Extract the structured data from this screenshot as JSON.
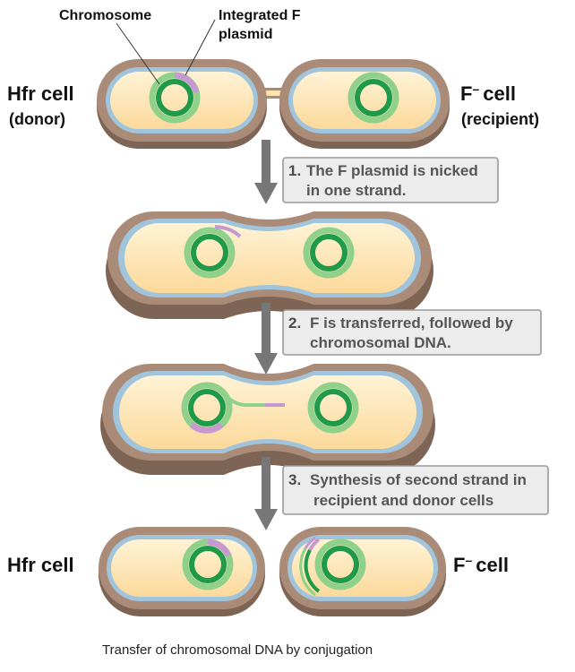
{
  "labels": {
    "chromosome": "Chromosome",
    "integrated_f_line1": "Integrated F",
    "integrated_f_line2": "plasmid",
    "hfr_cell_top": "Hfr cell",
    "donor": "(donor)",
    "f_minus_top": "F",
    "f_minus_sup": "–",
    "f_minus_word": "cell",
    "recipient": "(recipient)",
    "hfr_cell_bottom": "Hfr cell",
    "f_minus_bottom": "F",
    "f_minus_bottom_sup": "–",
    "f_minus_bottom_word": "cell"
  },
  "steps": [
    {
      "number": "1.",
      "line1": "The F plasmid is nicked",
      "line2": "in one strand."
    },
    {
      "number": "2.",
      "line1": "F is transferred, followed by",
      "line2": "chromosomal DNA."
    },
    {
      "number": "3.",
      "line1": "Synthesis of second strand in",
      "line2": "recipient and donor cells"
    }
  ],
  "caption": "Transfer of chromosomal DNA by conjugation",
  "colors": {
    "cell_wall": "#a98b78",
    "cell_wall_shadow": "#7e6454",
    "membrane": "#9fc4dc",
    "cytoplasm": "#fde4ae",
    "chromosome_outer": "#8fd18a",
    "chromosome_inner": "#1f9a4a",
    "f_plasmid": "#c49ad0",
    "arrow": "#777777"
  }
}
